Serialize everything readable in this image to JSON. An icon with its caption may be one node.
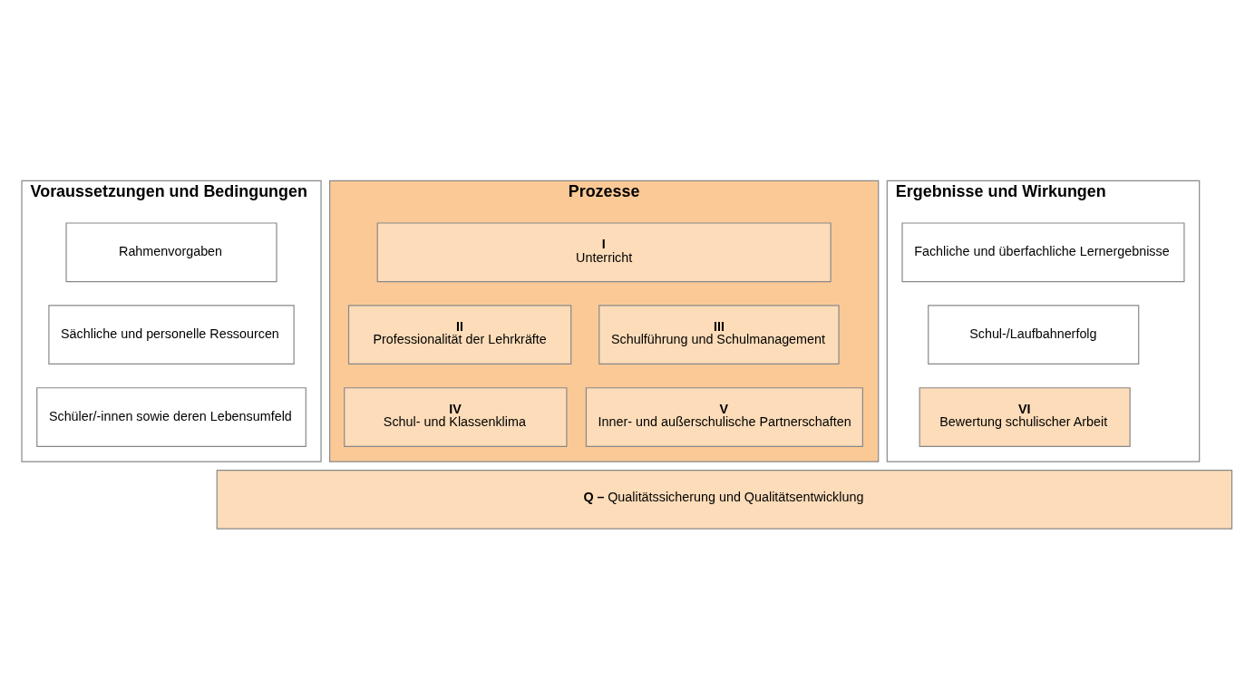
{
  "diagram": {
    "nodes": [
      {
        "text": [
          "Voraussetzungen und Bedingungen"
        ]
      },
      {
        "text": [
          "Rahmenvorgaben"
        ],
        "in": 0
      },
      {
        "text": [
          "Sächliche und personelle Ressourcen"
        ],
        "in": 0
      },
      {
        "text": [
          "Schüler/-innen sowie deren Lebensumfeld"
        ],
        "in": 0
      },
      {
        "text": [
          "Prozesse"
        ]
      },
      {
        "text": [
          "I",
          "Unterricht"
        ],
        "in": 4
      },
      {
        "text": [
          "II",
          "Professionalität der Lehrkräfte"
        ],
        "in": 4
      },
      {
        "text": [
          "III",
          "Schulführung und Schulmanagement"
        ],
        "in": 4
      },
      {
        "text": [
          "IV",
          "Schul- und Klassenklima"
        ],
        "in": 4
      },
      {
        "text": [
          "V",
          "Inner- und außerschulische Partnerschaften"
        ],
        "in": 4
      },
      {
        "text": [
          "Ergebnisse und Wirkungen"
        ]
      },
      {
        "text": [
          "Fachliche und überfachliche Lernergebnisse"
        ],
        "in": 10
      },
      {
        "text": [
          "Schul-/Laufbahnerfolg"
        ],
        "in": 10
      },
      {
        "text": [
          "VI",
          "Bewertung schulischer Arbeit"
        ],
        "in": 10
      },
      {
        "text": [
          "**Q –** Qualitätssicherung und Qualitätsentwicklung"
        ]
      }
    ],
    "edges": []
  }
}
